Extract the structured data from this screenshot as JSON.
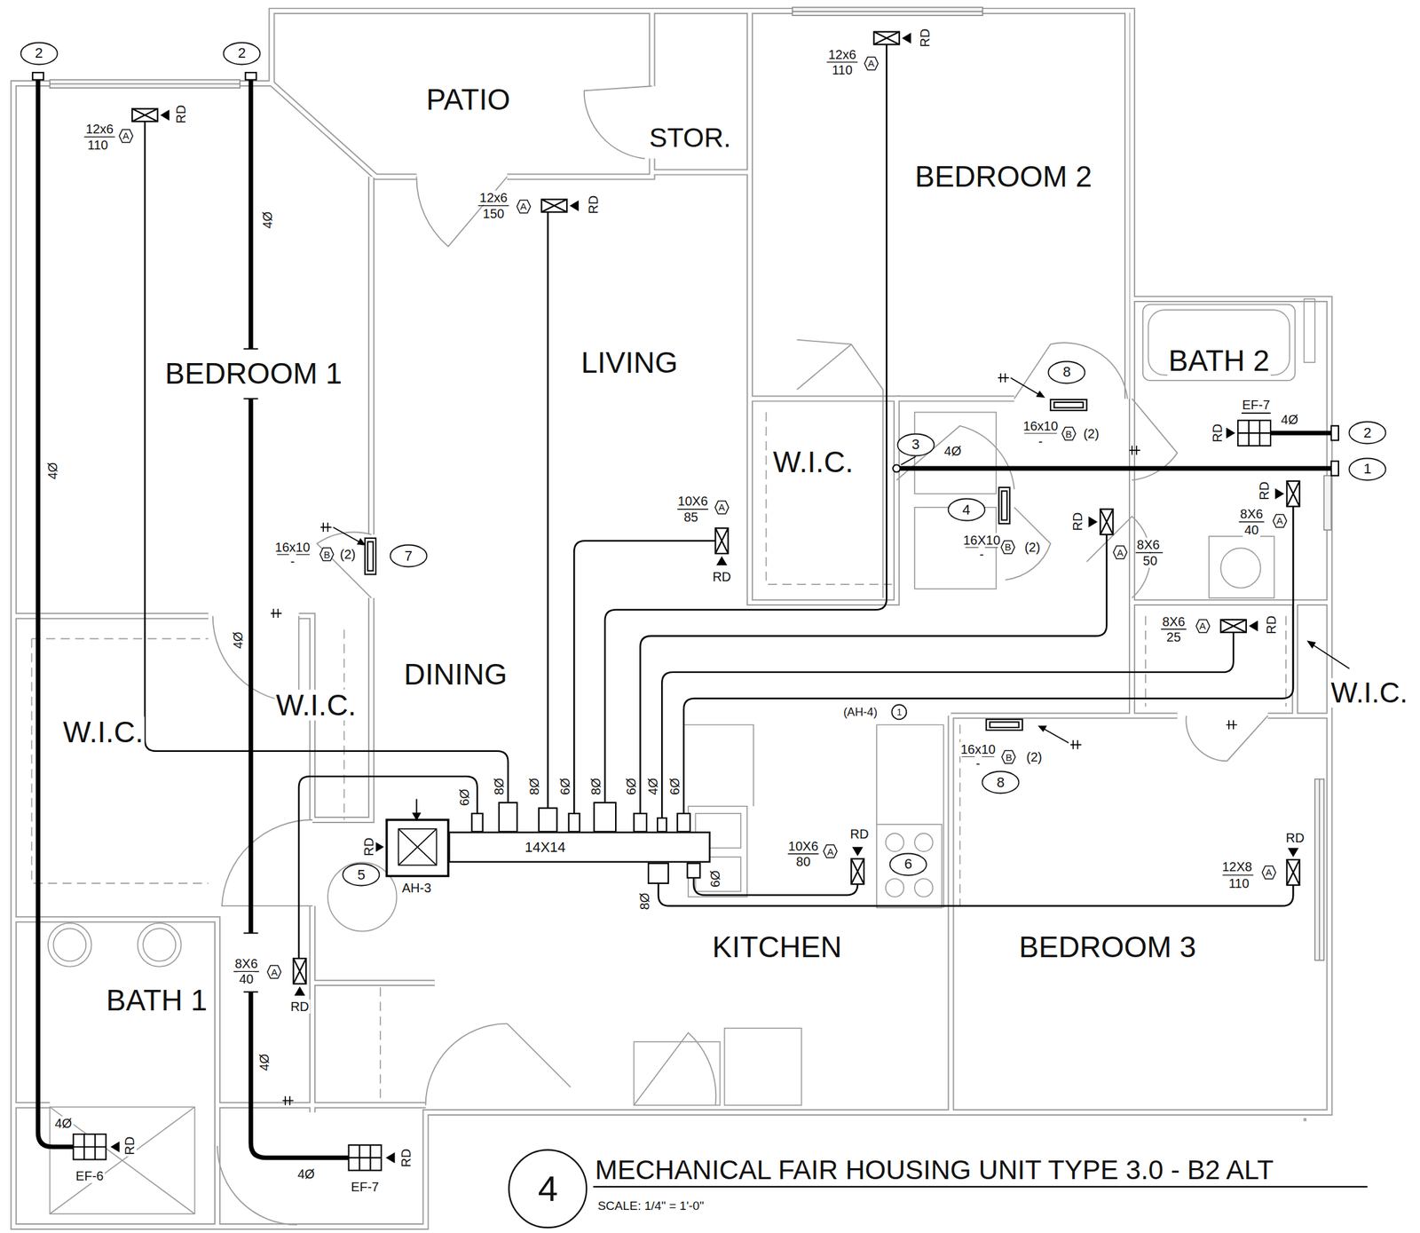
{
  "diagram": {
    "title": "MECHANICAL FAIR HOUSING UNIT TYPE 3.0 - B2 ALT",
    "caption": "SCALE: 1/4\" = 1'-0\"",
    "nodes": [
      {
        "text": [
          "2"
        ]
      },
      {
        "text": [
          "2"
        ]
      },
      {
        "text": [
          "A"
        ]
      },
      {
        "text": [
          "A"
        ]
      },
      {
        "text": [
          "A"
        ]
      },
      {
        "text": [
          "8"
        ]
      },
      {
        "text": [
          "2"
        ]
      },
      {
        "text": [
          "B"
        ]
      },
      {
        "text": [
          "3"
        ]
      },
      {
        "text": [
          "1"
        ]
      },
      {
        "text": [
          "A"
        ]
      },
      {
        "text": [
          "4"
        ]
      },
      {
        "text": [
          "A"
        ]
      },
      {
        "text": [
          "B"
        ]
      },
      {
        "text": [
          "7"
        ]
      },
      {
        "text": [
          "B"
        ]
      },
      {
        "text": [
          "A"
        ]
      },
      {
        "text": [
          "A"
        ]
      },
      {
        "text": [
          "1"
        ]
      },
      {
        "text": [
          "B"
        ]
      },
      {
        "text": [
          "8"
        ]
      },
      {
        "text": [
          "14X14"
        ]
      },
      {
        "text": [
          "A"
        ]
      },
      {
        "text": [
          "6"
        ]
      },
      {
        "text": [
          "A"
        ]
      },
      {
        "text": [
          "5"
        ]
      },
      {
        "text": [
          "A"
        ]
      },
      {
        "text": [
          "4"
        ]
      }
    ],
    "labels": [
      "PATIO",
      "STOR.",
      "BEDROOM 2",
      "BEDROOM 1",
      "LIVING",
      "BATH 2",
      "W.I.C.",
      "W.I.C.",
      "W.I.C.",
      "DINING",
      "W.I.C.",
      "KITCHEN",
      "BEDROOM 3",
      "BATH 1",
      "12x6",
      "110",
      "RD",
      "12x6",
      "150",
      "RD",
      "12x6",
      "110",
      "RD",
      "10X6",
      "85",
      "RD",
      "16x10",
      "-",
      "(2)",
      "16x10",
      "-",
      "(2)",
      "16X10",
      "-",
      "(2)",
      "16x10",
      "-",
      "(2)",
      "8X6",
      "50",
      "RD",
      "8X6",
      "40",
      "RD",
      "8X6",
      "25",
      "RD",
      "10X6",
      "80",
      "RD",
      "12X8",
      "110",
      "RD",
      "8X6",
      "40",
      "RD",
      "EF-7",
      "RD",
      "4Ø",
      "EF-6",
      "RD",
      "4Ø",
      "EF-7",
      "RD",
      "4Ø",
      "4Ø",
      "4Ø",
      "4Ø",
      "4Ø",
      "4Ø",
      "AH-3",
      "RD",
      "(AH-4)",
      "6Ø",
      "8Ø",
      "8Ø",
      "6Ø",
      "8Ø",
      "6Ø",
      "4Ø",
      "6Ø",
      "8Ø",
      "6Ø"
    ]
  }
}
